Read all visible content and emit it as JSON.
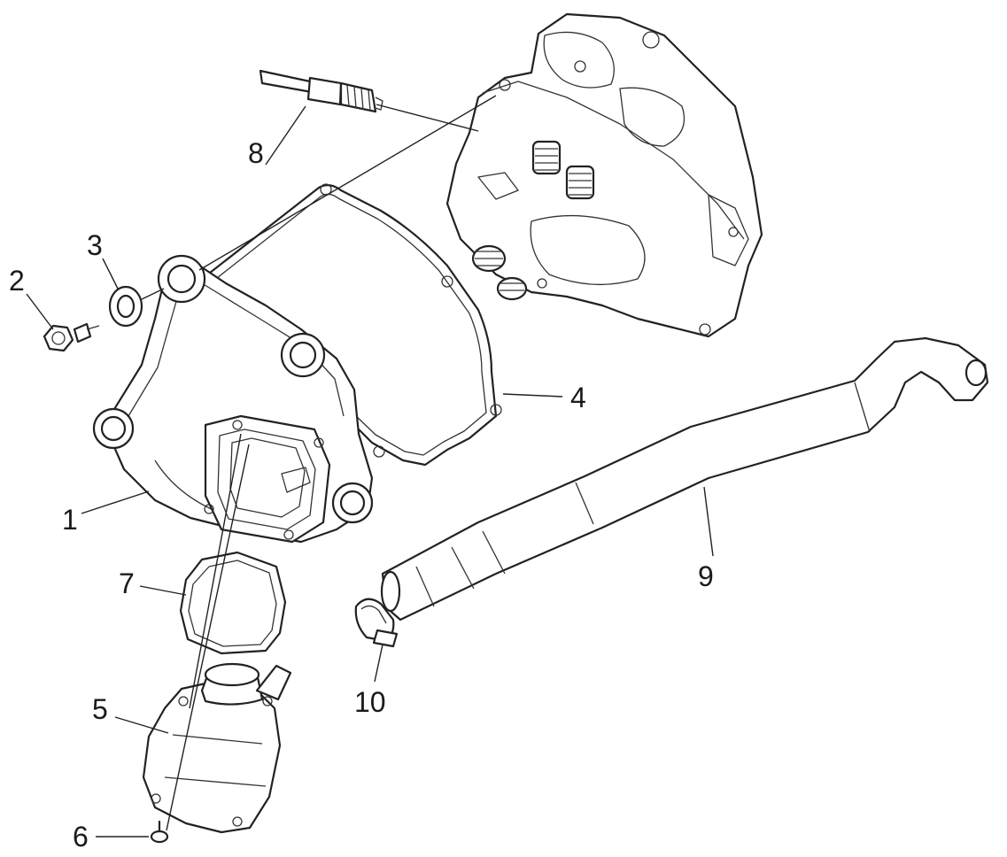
{
  "callouts": [
    {
      "id": "1",
      "label": "1"
    },
    {
      "id": "2",
      "label": "2"
    },
    {
      "id": "3",
      "label": "3"
    },
    {
      "id": "4",
      "label": "4"
    },
    {
      "id": "5",
      "label": "5"
    },
    {
      "id": "6",
      "label": "6"
    },
    {
      "id": "7",
      "label": "7"
    },
    {
      "id": "8",
      "label": "8"
    },
    {
      "id": "9",
      "label": "9"
    },
    {
      "id": "10",
      "label": "10"
    }
  ],
  "colors": {
    "line": "#222222",
    "background": "#ffffff"
  }
}
